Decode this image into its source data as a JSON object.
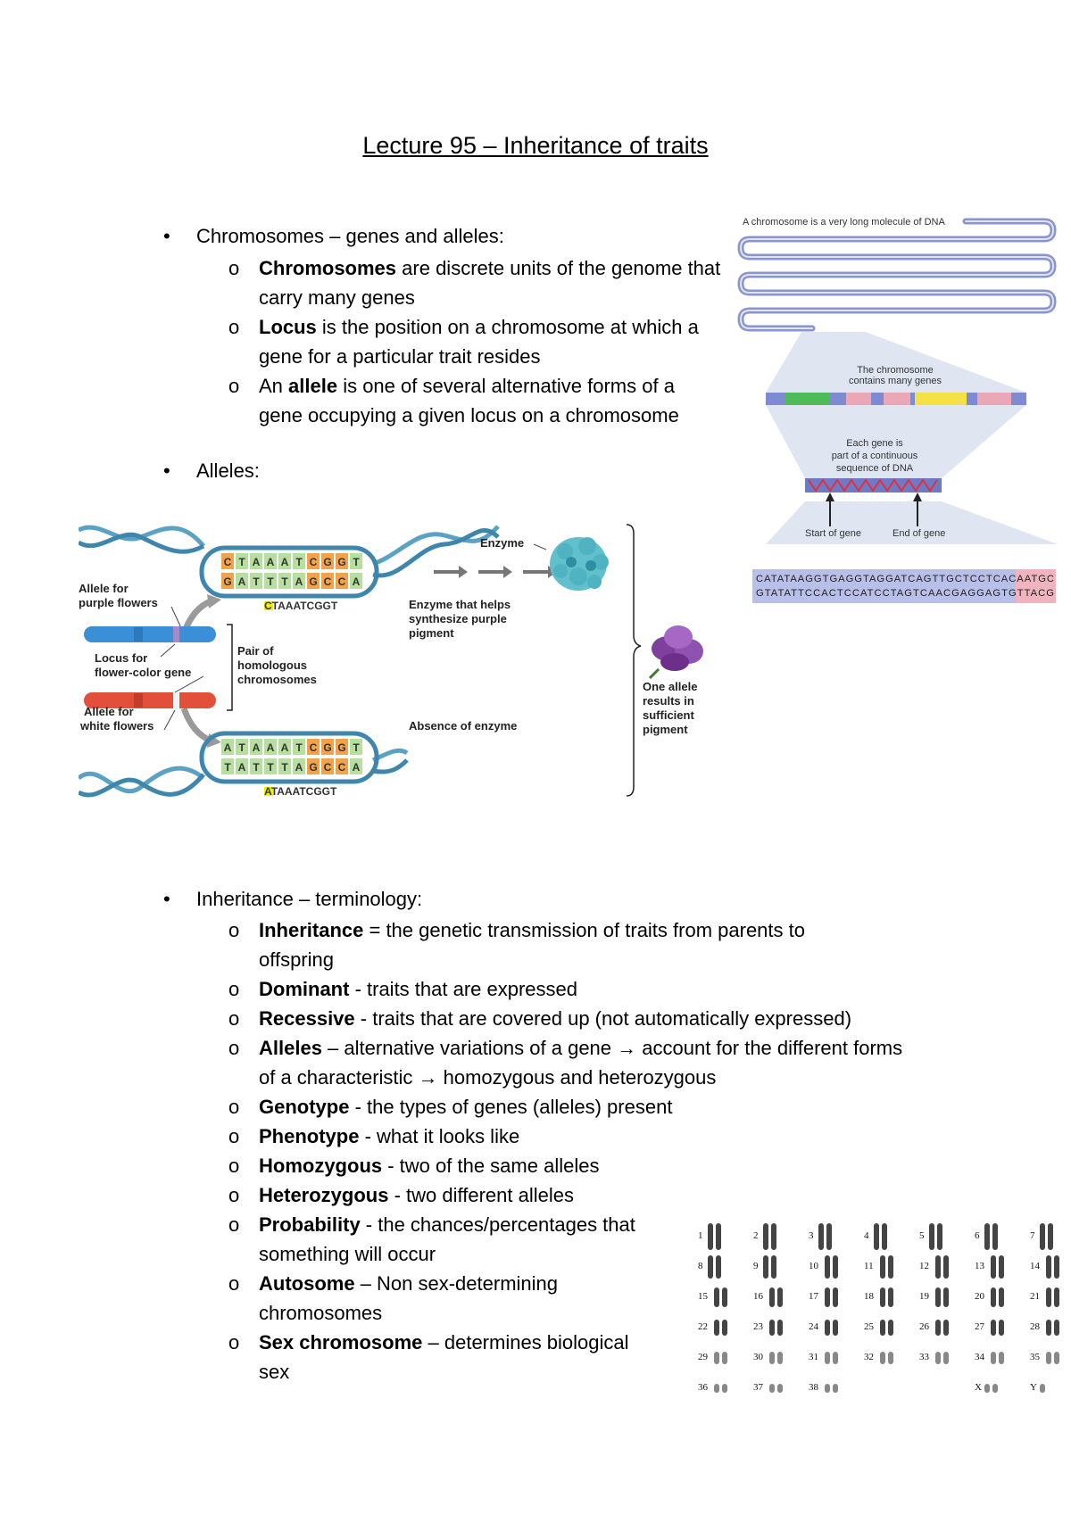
{
  "title": "Lecture 95 – Inheritance of traits",
  "section1": {
    "heading": "Chromosomes – genes and alleles:",
    "items": [
      {
        "term": "Chromosomes",
        "rest": " are discrete units of the genome that carry many genes"
      },
      {
        "term": "Locus",
        "rest": " is the position on a chromosome at which a gene for a particular trait resides"
      },
      {
        "pre": "An ",
        "term": "allele",
        "rest": " is one of several alternative forms of a gene occupying a given locus on a chromosome"
      }
    ]
  },
  "section2": {
    "heading": "Alleles:"
  },
  "section3": {
    "heading": "Inheritance – terminology:",
    "items": [
      {
        "term": "Inheritance",
        "rest": " = the genetic transmission of traits from parents to offspring"
      },
      {
        "term": "Dominant",
        "rest": " - traits that are expressed"
      },
      {
        "term": "Recessive",
        "rest": " - traits that are covered up (not automatically expressed)"
      },
      {
        "term": "Alleles",
        "rest": " – alternative variations of a gene → account for the different forms of a characteristic → homozygous and heterozygous"
      },
      {
        "term": "Genotype",
        "rest": " - the types of genes (alleles) present"
      },
      {
        "term": "Phenotype",
        "rest": " - what it looks like"
      },
      {
        "term": "Homozygous",
        "rest": " - two of the same alleles"
      },
      {
        "term": "Heterozygous",
        "rest": " - two different alleles"
      },
      {
        "term": "Probability",
        "rest": " - the chances/percentages that something will occur"
      },
      {
        "term": "Autosome",
        "rest": " – Non sex-determining chromosomes"
      },
      {
        "term": "Sex chromosome",
        "rest": " – determines biological sex"
      }
    ]
  },
  "chromosome_figure": {
    "top_label": "A chromosome is a very long molecule of DNA",
    "genes_label": [
      "The chromosome",
      "contains many genes"
    ],
    "gene_label": [
      "Each gene is",
      "part of a continuous",
      "sequence of DNA"
    ],
    "start_label": "Start of gene",
    "end_label": "End of gene",
    "seq_top": "CATATAAGGTGAGGTAGGATCAGTTGCTCCTCACAATGC",
    "seq_bottom": "GTATATTCCACTCCATCCTAGTCAACGAGGAGTGTTACG"
  },
  "allele_figure": {
    "allele_purple": [
      "Allele for",
      "purple flowers"
    ],
    "locus": [
      "Locus for",
      "flower-color gene"
    ],
    "allele_white": [
      "Allele for",
      "white flowers"
    ],
    "pair": [
      "Pair of",
      "homologous",
      "chromosomes"
    ],
    "enzyme": "Enzyme",
    "enzyme_helps": [
      "Enzyme that helps",
      "synthesize purple",
      "pigment"
    ],
    "absence": "Absence of enzyme",
    "one_allele": [
      "One allele",
      "results in",
      "sufficient",
      "pigment"
    ],
    "seq_top_label": "CTAAATCGGT",
    "seq_bottom_label": "ATAAATCGGT",
    "top_strand1": [
      "C",
      "T",
      "A",
      "A",
      "A",
      "T",
      "C",
      "G",
      "G",
      "T"
    ],
    "top_strand2": [
      "G",
      "A",
      "T",
      "T",
      "T",
      "A",
      "G",
      "C",
      "C",
      "A"
    ],
    "bot_strand1": [
      "A",
      "T",
      "A",
      "A",
      "A",
      "T",
      "C",
      "G",
      "G",
      "T"
    ],
    "bot_strand2": [
      "T",
      "A",
      "T",
      "T",
      "T",
      "A",
      "G",
      "C",
      "C",
      "A"
    ]
  },
  "karyotype": {
    "rows": [
      [
        "1",
        "2",
        "3",
        "4",
        "5",
        "6",
        "7"
      ],
      [
        "8",
        "9",
        "10",
        "11",
        "12",
        "13",
        "14"
      ],
      [
        "15",
        "16",
        "17",
        "18",
        "19",
        "20",
        "21"
      ],
      [
        "22",
        "23",
        "24",
        "25",
        "26",
        "27",
        "28"
      ],
      [
        "29",
        "30",
        "31",
        "32",
        "33",
        "34",
        "35"
      ],
      [
        "36",
        "37",
        "38",
        "",
        "",
        "X",
        "Y"
      ]
    ]
  }
}
